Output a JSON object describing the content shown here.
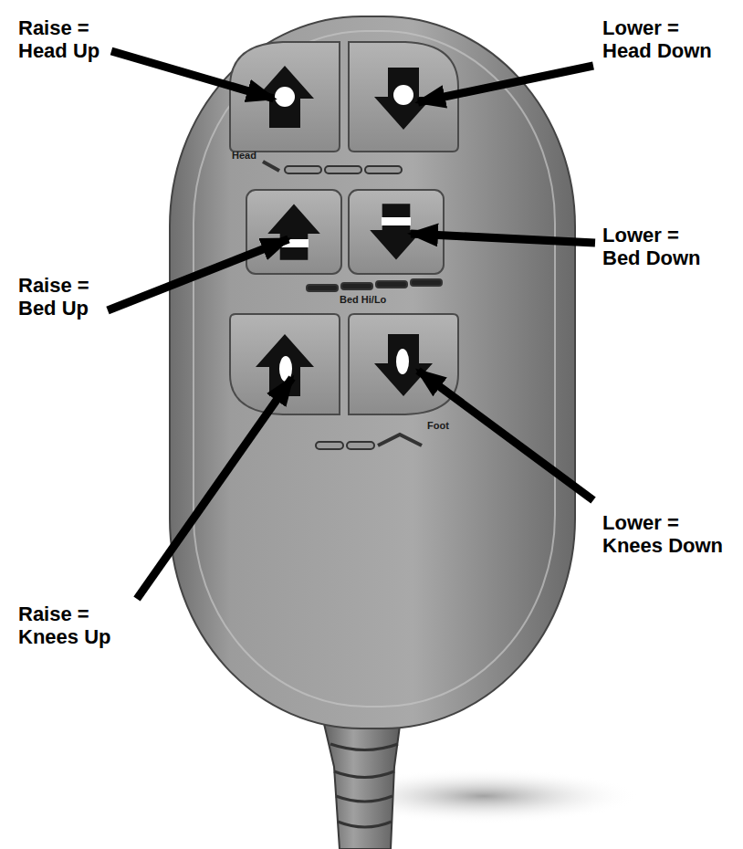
{
  "diagram": {
    "labels": [
      "Raise = Head Up",
      "Lower = Head Down",
      "Raise = Bed Up",
      "Lower = Bed Down",
      "Raise = Knees Up",
      "Lower = Knees Down",
      "Head",
      "Bed Hi/Lo",
      "Foot"
    ]
  }
}
